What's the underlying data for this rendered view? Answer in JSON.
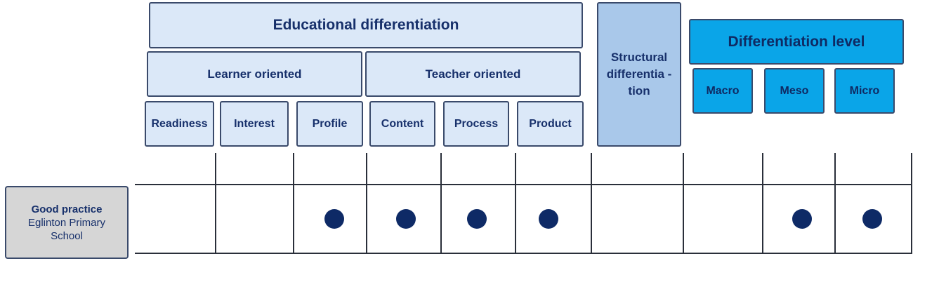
{
  "header": {
    "educational": "Educational differentiation",
    "learner": "Learner oriented",
    "teacher": "Teacher oriented",
    "structural": "Structural differentia -tion",
    "level": "Differentiation level"
  },
  "columns": {
    "readiness": "Readiness",
    "interest": "Interest",
    "profile": "Profile",
    "content": "Content",
    "process": "Process",
    "product": "Product",
    "macro": "Macro",
    "meso": "Meso",
    "micro": "Micro"
  },
  "row": {
    "title": "Good practice",
    "subtitle": "Eglinton Primary School",
    "marked": [
      "Profile",
      "Content",
      "Process",
      "Product",
      "Meso",
      "Micro"
    ]
  },
  "colors": {
    "light_box": "#dbe8f8",
    "structural_box": "#a9c8ea",
    "level_box": "#0aa5e8",
    "dot": "#0e2a66",
    "row_label": "#d6d6d6"
  }
}
